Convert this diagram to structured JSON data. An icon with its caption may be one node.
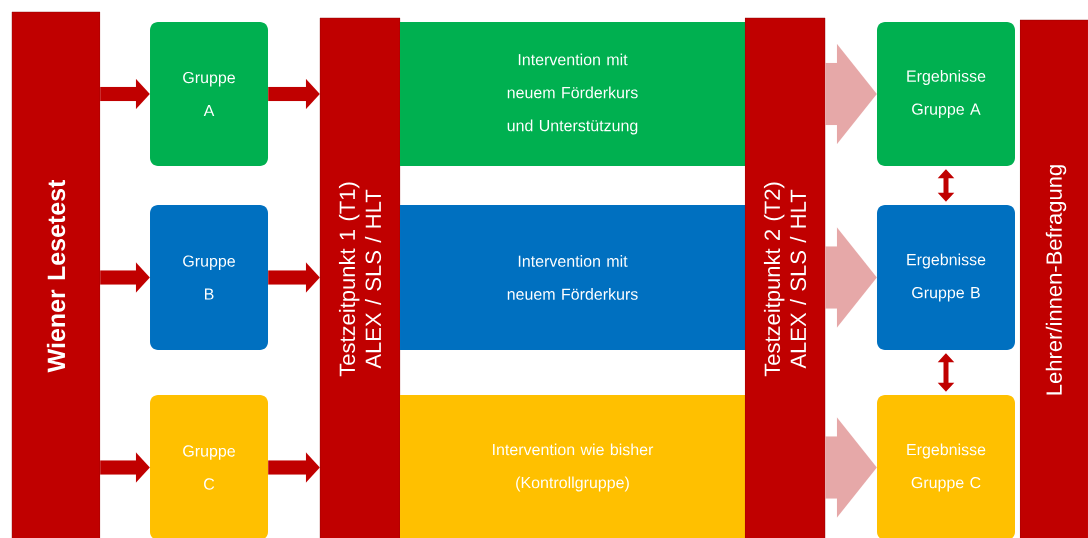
{
  "diagram": {
    "nodes": [
      {
        "text": [
          "Wiener Lesetest"
        ]
      },
      {
        "text": [
          "Gruppe A"
        ]
      },
      {
        "text": [
          "Gruppe B"
        ]
      },
      {
        "text": [
          "Gruppe C"
        ]
      },
      {
        "text": [
          "Testzeitpunkt 1 (T1) ALEX / SLS / HLT"
        ]
      },
      {
        "text": [
          "Intervention mit neuem Förderkurs und Unterstützung"
        ]
      },
      {
        "text": [
          "Intervention mit neuem Förderkurs"
        ]
      },
      {
        "text": [
          "Intervention wie bisher (Kontrollgruppe)"
        ]
      },
      {
        "text": [
          "Testzeitpunkt 2 (T2) ALEX / SLS / HLT"
        ]
      },
      {
        "text": [
          "Ergebnisse Gruppe A"
        ]
      },
      {
        "text": [
          "Ergebnisse Gruppe B"
        ]
      },
      {
        "text": [
          "Ergebnisse Gruppe C"
        ]
      },
      {
        "text": [
          "Lehrer/innen-Befragung"
        ]
      }
    ],
    "edges": [
      {
        "from": 0,
        "to": 1,
        "arrow": "to"
      },
      {
        "from": 0,
        "to": 2,
        "arrow": "to"
      },
      {
        "from": 0,
        "to": 3,
        "arrow": "to"
      },
      {
        "from": 1,
        "to": 4,
        "arrow": "to"
      },
      {
        "from": 2,
        "to": 4,
        "arrow": "to"
      },
      {
        "from": 3,
        "to": 4,
        "arrow": "to"
      },
      {
        "from": 8,
        "to": 9,
        "arrow": "to",
        "style": "thick",
        "color": "#e6a8a8"
      },
      {
        "from": 8,
        "to": 10,
        "arrow": "to",
        "style": "thick",
        "color": "#e6a8a8"
      },
      {
        "from": 8,
        "to": 11,
        "arrow": "to",
        "style": "thick",
        "color": "#e6a8a8"
      },
      {
        "from": 9,
        "to": 10,
        "arrow": "both"
      },
      {
        "from": 10,
        "to": 11,
        "arrow": "both"
      }
    ]
  }
}
